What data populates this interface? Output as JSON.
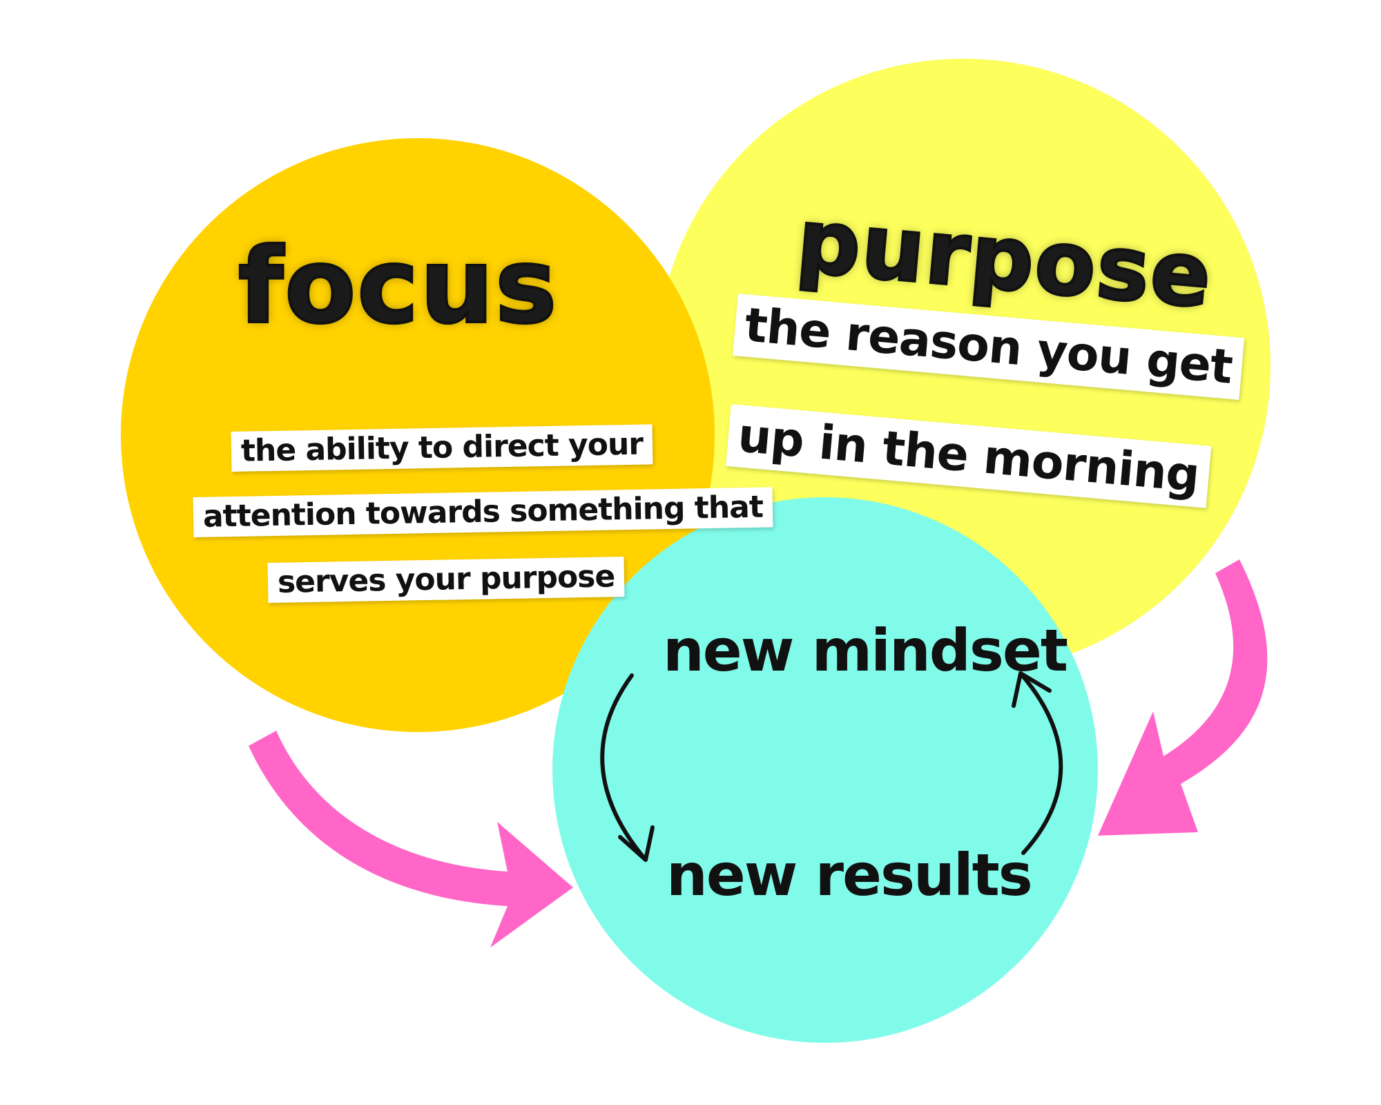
{
  "diagram": {
    "focus": {
      "title": "focus",
      "definition": [
        "the ability to direct your",
        "attention towards something that",
        "serves your purpose"
      ]
    },
    "purpose": {
      "title": "purpose",
      "definition": [
        "the reason you get",
        "up in the morning"
      ]
    },
    "cycle": {
      "top": "new mindset",
      "bottom": "new results"
    },
    "colors": {
      "focus_circle": "#ffd200",
      "purpose_circle": "#fcff5c",
      "cycle_circle": "#80fbea",
      "arrow": "#ff66c7",
      "ink": "#111111"
    }
  }
}
